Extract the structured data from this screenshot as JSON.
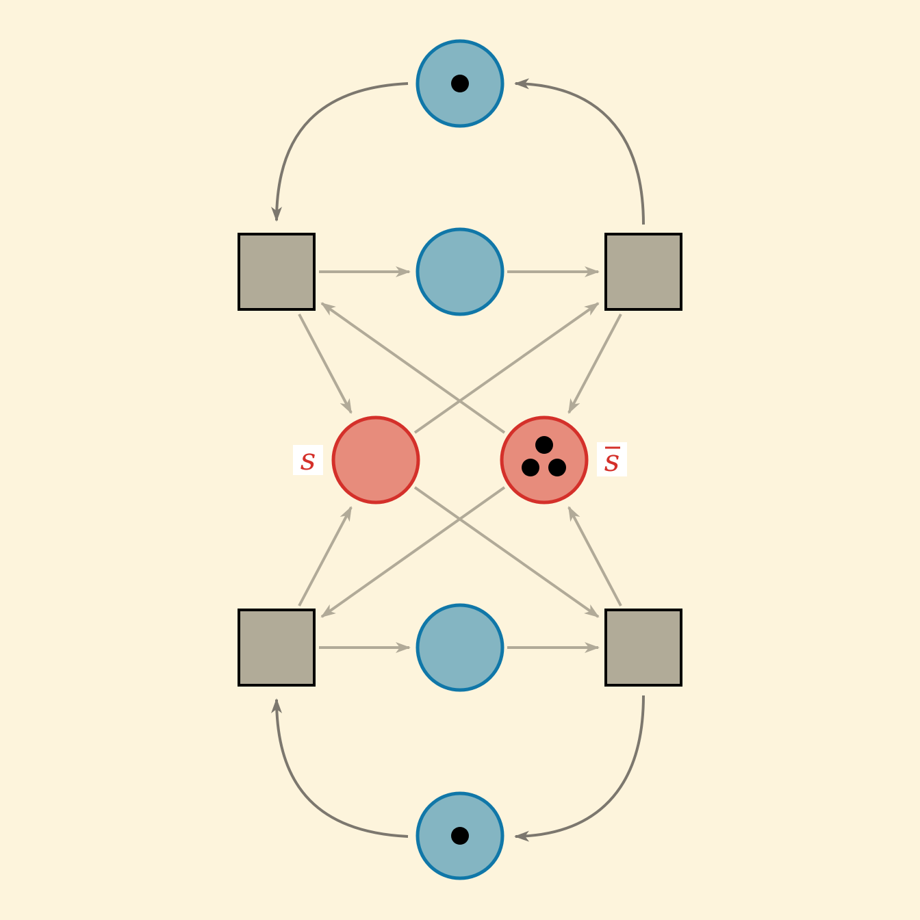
{
  "diagram": {
    "type": "petri-net",
    "colors": {
      "background": "#fdf4dc",
      "place_blue_fill": "#84b5c2",
      "place_blue_stroke": "#1077a8",
      "place_red_fill": "#e78c7c",
      "place_red_stroke": "#d4302a",
      "transition_fill": "#b1ab98",
      "arc_dark": "#7c776e",
      "arc_light": "#b1aa98"
    },
    "places": [
      {
        "id": "top",
        "kind": "blue",
        "tokens": 1
      },
      {
        "id": "upper-mid",
        "kind": "blue",
        "tokens": 0
      },
      {
        "id": "s",
        "kind": "red",
        "tokens": 0
      },
      {
        "id": "s-bar",
        "kind": "red",
        "tokens": 3
      },
      {
        "id": "lower-mid",
        "kind": "blue",
        "tokens": 0
      },
      {
        "id": "bottom",
        "kind": "blue",
        "tokens": 1
      }
    ],
    "labels": {
      "s": "s",
      "s_bar": "s"
    }
  }
}
